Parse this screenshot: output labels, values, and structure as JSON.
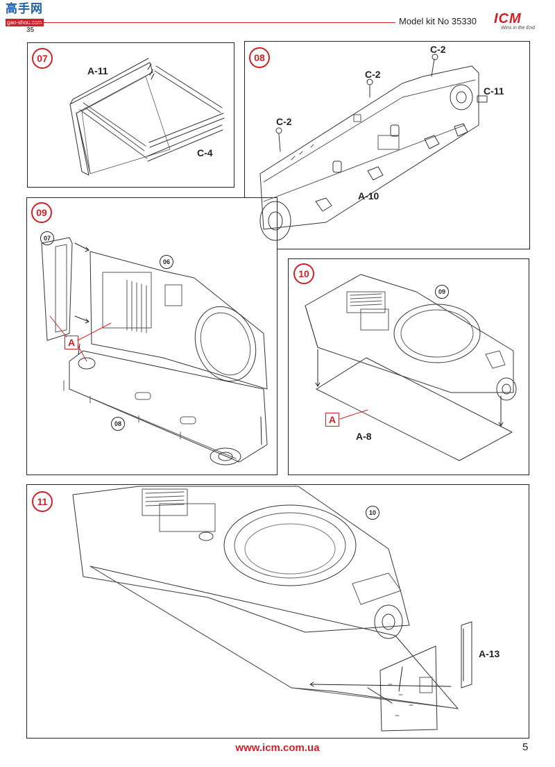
{
  "header": {
    "site_logo_top": "高手网",
    "site_logo_bottom": "gao-shou.com",
    "model_kit": "Model kit No 35330",
    "brand": "ICM",
    "brand_tagline": "Wins in the End",
    "page_number_overlap": "35"
  },
  "steps": [
    {
      "number": "07",
      "parts": [
        "A-11",
        "C-4"
      ]
    },
    {
      "number": "08",
      "parts": [
        "C-2",
        "C-2",
        "C-2",
        "C-11",
        "A-10"
      ]
    },
    {
      "number": "09",
      "refs": [
        "07",
        "06",
        "08"
      ],
      "marker": "A"
    },
    {
      "number": "10",
      "refs": [
        "09"
      ],
      "marker": "A",
      "parts": [
        "A-8"
      ]
    },
    {
      "number": "11",
      "refs": [
        "10"
      ],
      "parts": [
        "A-13"
      ]
    }
  ],
  "footer": {
    "url": "www.icm.com.ua",
    "page": "5"
  },
  "colors": {
    "accent": "#d21f26",
    "line": "#222222"
  }
}
